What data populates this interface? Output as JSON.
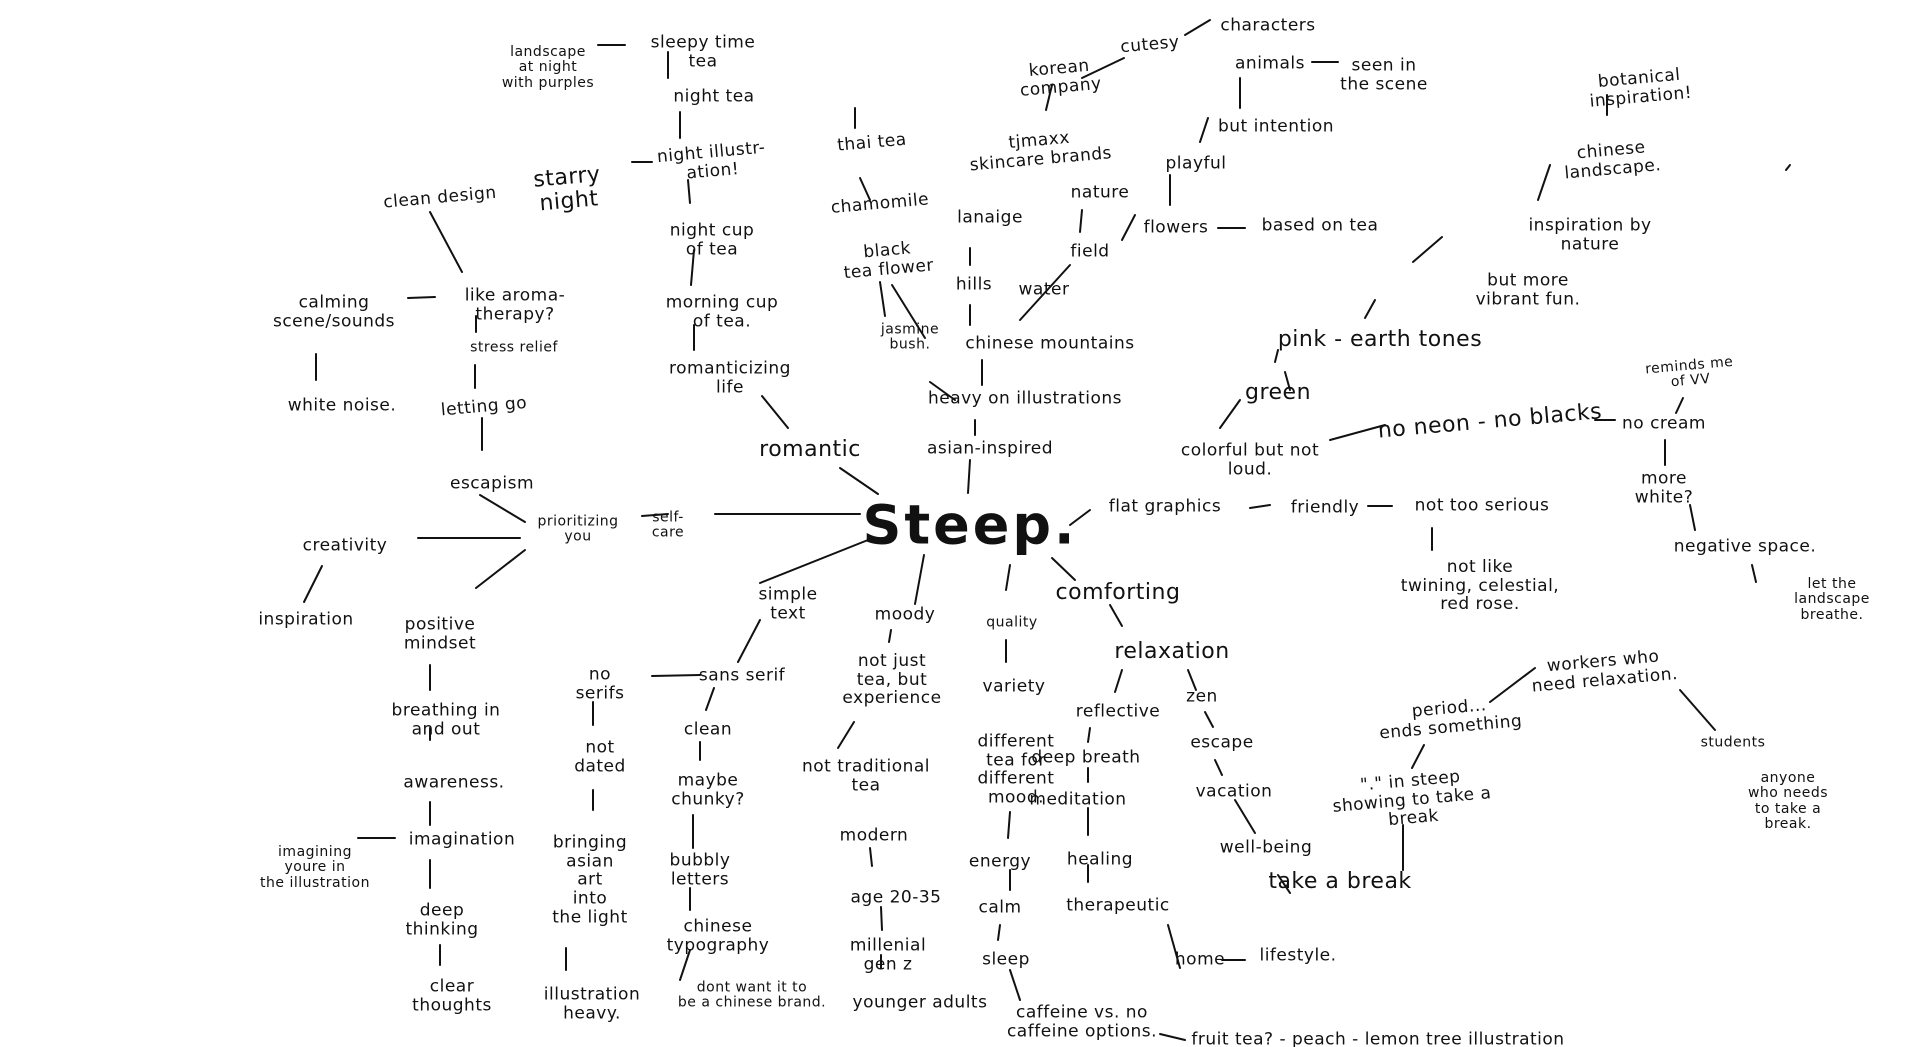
{
  "mind_map": {
    "center": "Steep.",
    "romantic_branch": {
      "landscape_night": "landscape\nat night\nwith purples",
      "sleepy_time_tea": "sleepy time\ntea",
      "night_tea": "night tea",
      "night_illustration": "night illustr-\nation!",
      "starry_night": "starry\nnight",
      "night_cup": "night cup\nof tea",
      "morning_cup": "morning cup\nof tea.",
      "romanticizing_life": "romanticizing\nlife",
      "romantic": "romantic"
    },
    "self_care_branch": {
      "clean_design": "clean design",
      "calming_scene": "calming\nscene/sounds",
      "white_noise": "white noise.",
      "aromatherapy": "like aroma-\ntherapy?",
      "stress_relief": "stress relief",
      "letting_go": "letting go",
      "escapism": "escapism",
      "prioritizing_you": "prioritizing\nyou",
      "self_care": "self-\ncare",
      "creativity": "creativity",
      "inspiration": "inspiration",
      "positive_mindset": "positive\nmindset",
      "breathing": "breathing in\nand out",
      "awareness": "awareness.",
      "imagination": "imagination",
      "imagining": "imagining\nyoure in\nthe illustration",
      "deep_thinking": "deep\nthinking",
      "clear_thoughts": "clear\nthoughts"
    },
    "simple_text_branch": {
      "simple_text": "simple\ntext",
      "sans_serif": "sans serif",
      "no_serifs": "no\nserifs",
      "not_dated": "not\ndated",
      "bringing_asian_art": "bringing\nasian\nart\ninto\nthe light",
      "illustration_heavy": "illustration\nheavy.",
      "clean": "clean",
      "maybe_chunky": "maybe\nchunky?",
      "bubbly_letters": "bubbly\nletters",
      "chinese_typography": "chinese\ntypography",
      "dont_want": "dont want it to\nbe a chinese brand."
    },
    "moody_branch": {
      "moody": "moody",
      "not_just_tea": "not just\ntea, but\nexperience",
      "not_traditional": "not traditional\ntea",
      "modern": "modern",
      "age": "age 20-35",
      "millenial_genz": "millenial\ngen z",
      "younger_adults": "younger adults"
    },
    "quality_branch": {
      "quality": "quality",
      "variety": "variety",
      "different_tea": "different\ntea for\ndifferent\nmood.",
      "energy": "energy",
      "calm": "calm",
      "sleep": "sleep",
      "caffeine": "caffeine vs. no\ncaffeine options.",
      "fruit_tea": "fruit tea? - peach - lemon tree illustration"
    },
    "comforting_branch": {
      "comforting": "comforting",
      "relaxation": "relaxation",
      "reflective": "reflective",
      "deep_breath": "deep breath",
      "meditation": "meditation",
      "healing": "healing",
      "therapeutic": "therapeutic",
      "home": "home",
      "lifestyle": "lifestyle.",
      "zen": "zen",
      "escape": "escape",
      "vacation": "vacation",
      "well_being": "well-being",
      "take_a_break": "take a break",
      "showing_break": "\".\" in steep\nshowing to take a\nbreak",
      "period_ends": "period...\nends something",
      "workers": "workers who\nneed relaxation.",
      "students": "students",
      "anyone": "anyone\nwho needs\nto take a\nbreak."
    },
    "asian_branch": {
      "asian_inspired": "asian-inspired",
      "heavy_illustrations": "heavy on illustrations",
      "chinese_mountains": "chinese mountains",
      "jasmine_bush": "jasmine\nbush.",
      "black_tea_flower": "black\ntea flower",
      "chamomile": "chamomile",
      "thai_tea": "thai tea",
      "hills": "hills",
      "lanaige": "lanaige",
      "tjmaxx": "tjmaxx\nskincare brands",
      "korean_company": "korean\ncompany",
      "cutesy": "cutesy",
      "characters": "characters",
      "animals": "animals",
      "seen_in_scene": "seen in\nthe scene",
      "but_intention": "but intention",
      "playful": "playful",
      "flowers": "flowers",
      "based_on_tea": "based on tea",
      "nature": "nature",
      "field": "field",
      "water": "water"
    },
    "flat_graphics_branch": {
      "flat_graphics": "flat graphics",
      "friendly": "friendly",
      "not_too_serious": "not too serious",
      "not_like": "not like\ntwining, celestial,\nred rose.",
      "colorful": "colorful but not\nloud.",
      "green": "green",
      "pink_earth": "pink - earth tones",
      "vibrant_fun": "but more\nvibrant fun.",
      "inspiration_nature": "inspiration by\nnature",
      "chinese_landscape": "chinese\nlandscape.",
      "botanical": "botanical\ninspiration!",
      "no_neon": "no neon - no blacks",
      "no_cream": "no cream",
      "reminds_vv": "reminds me\nof VV",
      "more_white": "more\nwhite?",
      "negative_space": "negative space.",
      "let_landscape": "let the landscape\nbreathe."
    }
  }
}
